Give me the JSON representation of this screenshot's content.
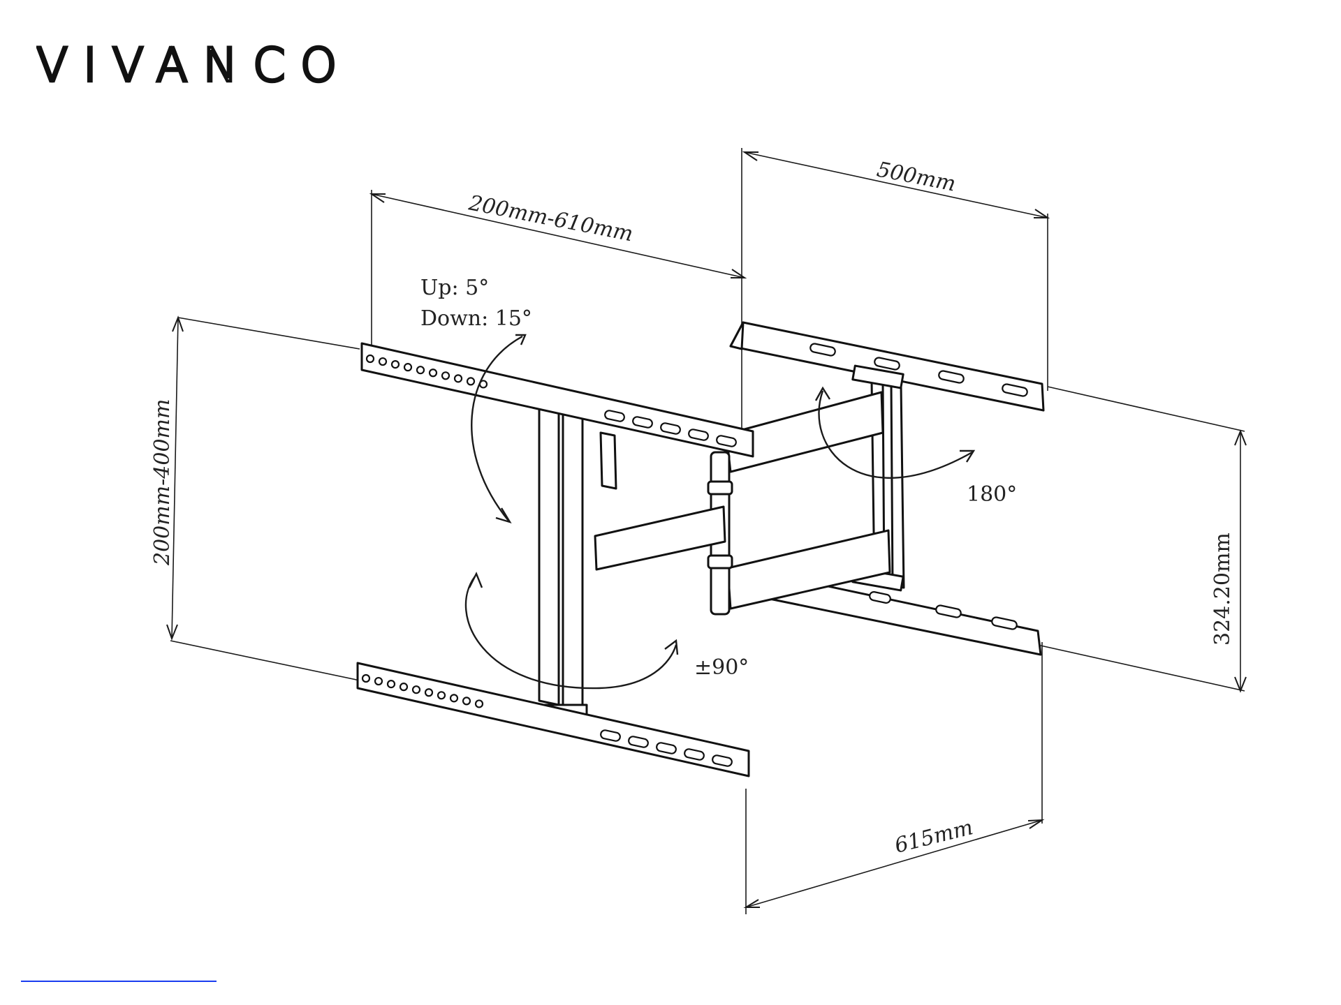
{
  "brand": {
    "name": "VIVANCO"
  },
  "dimensions": {
    "vesa_horizontal": "200mm-610mm",
    "arm_depth": "500mm",
    "vesa_vertical": "200mm-400mm",
    "wall_plate_height": "324.20mm",
    "wall_plate_width": "615mm"
  },
  "motion": {
    "tilt_up": "Up: 5°",
    "tilt_down": "Down: 15°",
    "swivel": "180°",
    "rotation": "±90°"
  },
  "colors": {
    "line": "#111111",
    "link_underline": "#1a3cf0"
  }
}
